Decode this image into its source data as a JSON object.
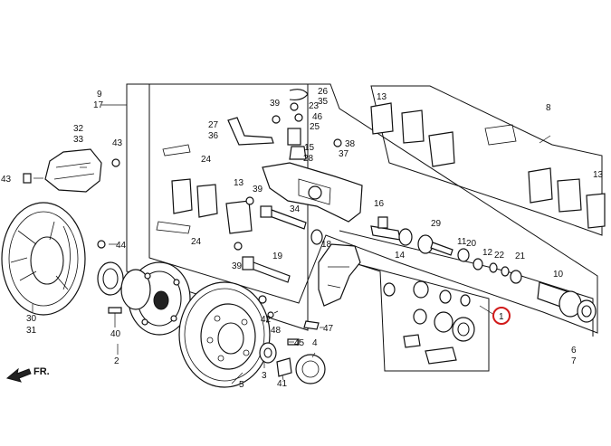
{
  "labels": {
    "l1": "1",
    "l2": "2",
    "l3": "3",
    "l4": "4",
    "l5": "5",
    "l6": "6",
    "l7": "7",
    "l8": "8",
    "l9": "9",
    "l10": "10",
    "l11": "11",
    "l12": "12",
    "l13a": "13",
    "l13b": "13",
    "l13c": "13",
    "l14": "14",
    "l15": "15",
    "l16": "16",
    "l17": "17",
    "l18": "18",
    "l19": "19",
    "l20": "20",
    "l21": "21",
    "l22": "22",
    "l23": "23",
    "l24a": "24",
    "l24b": "24",
    "l25": "25",
    "l26": "26",
    "l27": "27",
    "l28": "28",
    "l29": "29",
    "l30": "30",
    "l31": "31",
    "l32": "32",
    "l33": "33",
    "l34": "34",
    "l35": "35",
    "l36": "36",
    "l37": "37",
    "l38": "38",
    "l39a": "39",
    "l39b": "39",
    "l39c": "39",
    "l40": "40",
    "l41": "41",
    "l42": "42",
    "l43a": "43",
    "l43b": "43",
    "l44": "44",
    "l45": "45",
    "l46": "46",
    "l47": "47",
    "l48": "48"
  },
  "direction": {
    "fr_label": "FR."
  },
  "highlight": {
    "target_label": "1",
    "color": "#d11a1a"
  }
}
